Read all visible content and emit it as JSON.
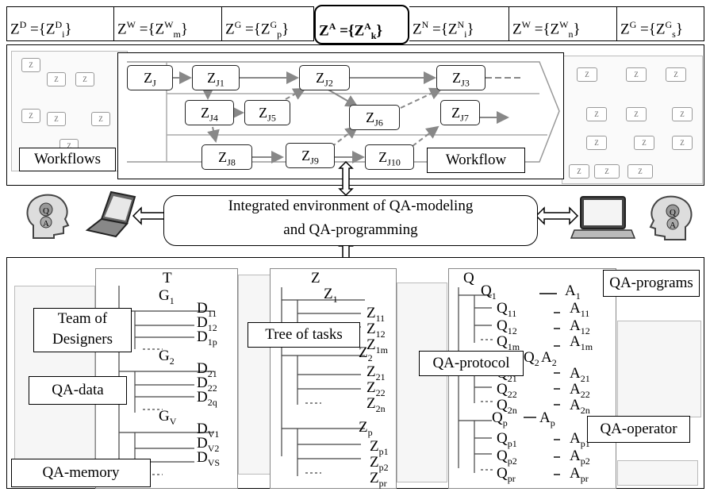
{
  "header_cells": [
    {
      "base": "Z",
      "sup": "D",
      "inner": "Z",
      "isup": "D",
      "isub": "i"
    },
    {
      "base": "Z",
      "sup": "W",
      "inner": "Z",
      "isup": "W",
      "isub": "m"
    },
    {
      "base": "Z",
      "sup": "G",
      "inner": "Z",
      "isup": "G",
      "isub": "p"
    },
    {
      "base": "Z",
      "sup": "A",
      "inner": "Z",
      "isup": "A",
      "isub": "k"
    },
    {
      "base": "Z",
      "sup": "N",
      "inner": "Z",
      "isup": "N",
      "isub": "i"
    },
    {
      "base": "Z",
      "sup": "W",
      "inner": "Z",
      "isup": "W",
      "isub": "n"
    },
    {
      "base": "Z",
      "sup": "G",
      "inner": "Z",
      "isup": "G",
      "isub": "s"
    }
  ],
  "workflow_nodes": {
    "zj": {
      "b": "Z",
      "s": "J"
    },
    "zj1": {
      "b": "Z",
      "s": "J1"
    },
    "zj2": {
      "b": "Z",
      "s": "J2"
    },
    "zj3": {
      "b": "Z",
      "s": "J3"
    },
    "zj4": {
      "b": "Z",
      "s": "J4"
    },
    "zj5": {
      "b": "Z",
      "s": "J5"
    },
    "zj6": {
      "b": "Z",
      "s": "J6"
    },
    "zj7": {
      "b": "Z",
      "s": "J7"
    },
    "zj8": {
      "b": "Z",
      "s": "J8"
    },
    "zj9": {
      "b": "Z",
      "s": "J9"
    },
    "zj10": {
      "b": "Z",
      "s": "J10"
    }
  },
  "labels": {
    "workflows": "Workflows",
    "workflow": "Workflow",
    "env_line1": "Integrated environment of QA-modeling",
    "env_line2": "and QA-programming",
    "team_line1": "Team of",
    "team_line2": "Designers",
    "qa_data": "QA-data",
    "qa_memory": "QA-memory",
    "tree_of_tasks": "Tree of tasks",
    "qa_protocol": "QA-protocol",
    "qa_programs": "QA-programs",
    "qa_operator": "QA-operator"
  },
  "designers_tree": {
    "root": "T",
    "groups": [
      {
        "b": "G",
        "s": "1",
        "items": [
          {
            "b": "D",
            "s": "11"
          },
          {
            "b": "D",
            "s": "12"
          },
          {
            "b": "D",
            "s": "1p"
          }
        ]
      },
      {
        "b": "G",
        "s": "2",
        "items": [
          {
            "b": "D",
            "s": "21"
          },
          {
            "b": "D",
            "s": "22"
          },
          {
            "b": "D",
            "s": "2q"
          }
        ]
      },
      {
        "b": "G",
        "s": "V",
        "items": [
          {
            "b": "D",
            "s": "V1"
          },
          {
            "b": "D",
            "s": "V2"
          },
          {
            "b": "D",
            "s": "VS"
          }
        ]
      }
    ]
  },
  "task_tree": {
    "root": "Z",
    "groups": [
      {
        "b": "Z",
        "s": "1",
        "items": [
          {
            "b": "Z",
            "s": "11"
          },
          {
            "b": "Z",
            "s": "12"
          },
          {
            "b": "Z",
            "s": "1m"
          }
        ]
      },
      {
        "b": "Z",
        "s": "2",
        "items": [
          {
            "b": "Z",
            "s": "21"
          },
          {
            "b": "Z",
            "s": "22"
          },
          {
            "b": "Z",
            "s": "2n"
          }
        ]
      },
      {
        "b": "Z",
        "s": "p",
        "items": [
          {
            "b": "Z",
            "s": "p1"
          },
          {
            "b": "Z",
            "s": "p2"
          },
          {
            "b": "Z",
            "s": "pr"
          }
        ]
      }
    ]
  },
  "qa_tree": {
    "root": "Q",
    "rows": [
      {
        "q": "1",
        "a": "1"
      },
      {
        "q": "11",
        "a": "11"
      },
      {
        "q": "12",
        "a": "12"
      },
      {
        "q": "1m",
        "a": "1m"
      },
      {
        "q": "2",
        "a": "2"
      },
      {
        "q": "21",
        "a": "21"
      },
      {
        "q": "22",
        "a": "22"
      },
      {
        "q": "2n",
        "a": "2n"
      },
      {
        "q": "p",
        "a": "p"
      },
      {
        "q": "p1",
        "a": "p1"
      },
      {
        "q": "p2",
        "a": "p2"
      },
      {
        "q": "pr",
        "a": "pr"
      }
    ]
  },
  "icons": [
    "head-gear-icon",
    "laptop-icon",
    "double-arrow-icon"
  ]
}
